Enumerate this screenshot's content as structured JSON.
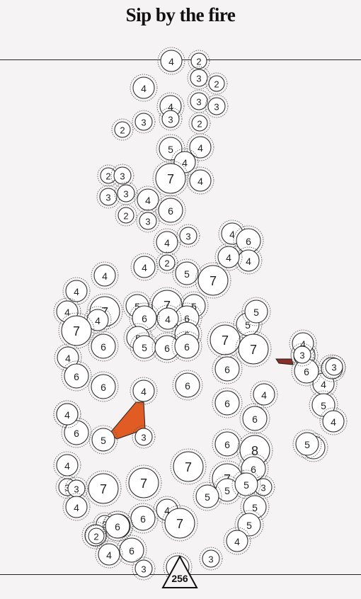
{
  "header": {
    "title": "Sip by the fire"
  },
  "counter": {
    "value": "256"
  },
  "colors": {
    "background": "#f5f3f4",
    "bubble_fill": "#ffffff",
    "bubble_stroke": "#222222",
    "halo_stroke": "#555555",
    "fire_orange": "#e15b25",
    "ember_red": "#8b2e26"
  },
  "icons": {
    "counter": "triangle-icon"
  },
  "bubbles": [
    {
      "v": "4"
    },
    {
      "v": "2"
    },
    {
      "v": "3"
    },
    {
      "v": "2"
    },
    {
      "v": "4"
    },
    {
      "v": "3"
    },
    {
      "v": "3"
    },
    {
      "v": "4"
    },
    {
      "v": "3"
    },
    {
      "v": "2"
    },
    {
      "v": "3"
    },
    {
      "v": "2"
    },
    {
      "v": "5"
    },
    {
      "v": "4"
    },
    {
      "v": "4"
    },
    {
      "v": "7"
    },
    {
      "v": "4"
    },
    {
      "v": "2"
    },
    {
      "v": "3"
    },
    {
      "v": "3"
    },
    {
      "v": "3"
    },
    {
      "v": "4"
    },
    {
      "v": "6"
    },
    {
      "v": "2"
    },
    {
      "v": "3"
    },
    {
      "v": "4"
    },
    {
      "v": "3"
    },
    {
      "v": "4"
    },
    {
      "v": "6"
    },
    {
      "v": "4"
    },
    {
      "v": "2"
    },
    {
      "v": "4"
    },
    {
      "v": "5"
    },
    {
      "v": "7"
    },
    {
      "v": "4"
    },
    {
      "v": "4"
    },
    {
      "v": "4"
    },
    {
      "v": "7"
    },
    {
      "v": "4"
    },
    {
      "v": "5"
    },
    {
      "v": "7"
    },
    {
      "v": "5"
    },
    {
      "v": "6"
    },
    {
      "v": "4"
    },
    {
      "v": "4"
    },
    {
      "v": "6"
    },
    {
      "v": "5"
    },
    {
      "v": "7"
    },
    {
      "v": "6"
    },
    {
      "v": "5"
    },
    {
      "v": "7"
    },
    {
      "v": "5"
    },
    {
      "v": "6"
    },
    {
      "v": "5"
    },
    {
      "v": "4"
    },
    {
      "v": "6"
    },
    {
      "v": "6"
    },
    {
      "v": "6"
    },
    {
      "v": "7"
    },
    {
      "v": "4"
    },
    {
      "v": "4"
    },
    {
      "v": "6"
    },
    {
      "v": "4"
    },
    {
      "v": "6"
    },
    {
      "v": "6"
    },
    {
      "v": "6"
    },
    {
      "v": "3"
    },
    {
      "v": "4"
    },
    {
      "v": "4"
    },
    {
      "v": "4"
    },
    {
      "v": "5"
    },
    {
      "v": "3"
    },
    {
      "v": "3"
    },
    {
      "v": "4"
    },
    {
      "v": "5"
    },
    {
      "v": "4"
    },
    {
      "v": "5"
    },
    {
      "v": "4"
    },
    {
      "v": "5"
    },
    {
      "v": "6"
    },
    {
      "v": "6"
    },
    {
      "v": "8"
    },
    {
      "v": "4"
    },
    {
      "v": "6"
    },
    {
      "v": "6"
    },
    {
      "v": "4"
    },
    {
      "v": "6"
    },
    {
      "v": "3"
    },
    {
      "v": "7"
    },
    {
      "v": "7"
    },
    {
      "v": "7"
    },
    {
      "v": "7"
    },
    {
      "v": "5"
    },
    {
      "v": "5"
    },
    {
      "v": "5"
    },
    {
      "v": "3"
    },
    {
      "v": "4"
    },
    {
      "v": "4"
    },
    {
      "v": "7"
    },
    {
      "v": "5"
    },
    {
      "v": "5"
    },
    {
      "v": "3"
    },
    {
      "v": "6"
    },
    {
      "v": "2"
    },
    {
      "v": "6"
    },
    {
      "v": "4"
    },
    {
      "v": "6"
    },
    {
      "v": "4"
    },
    {
      "v": "3"
    },
    {
      "v": "5"
    },
    {
      "v": "3"
    },
    {
      "v": "6"
    },
    {
      "v": "3"
    },
    {
      "v": "5"
    }
  ],
  "fire_shapes": [
    {
      "color_key": "fire_orange"
    },
    {
      "color_key": "ember_red"
    }
  ]
}
